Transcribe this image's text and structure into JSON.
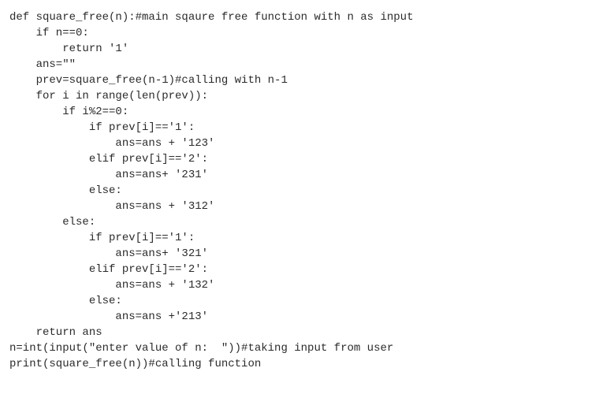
{
  "document": {
    "language": "python",
    "lines": [
      "def square_free(n):#main sqaure free function with n as input",
      "    if n==0:",
      "        return '1'",
      "    ans=\"\"",
      "    prev=square_free(n-1)#calling with n-1",
      "    for i in range(len(prev)):",
      "        if i%2==0:",
      "            if prev[i]=='1':",
      "                ans=ans + '123'",
      "            elif prev[i]=='2':",
      "                ans=ans+ '231'",
      "            else:",
      "                ans=ans + '312'",
      "        else:",
      "            if prev[i]=='1':",
      "                ans=ans+ '321'",
      "            elif prev[i]=='2':",
      "                ans=ans + '132'",
      "            else:",
      "                ans=ans +'213'",
      "    return ans",
      "n=int(input(\"enter value of n:  \"))#taking input from user",
      "print(square_free(n))#calling function"
    ]
  }
}
